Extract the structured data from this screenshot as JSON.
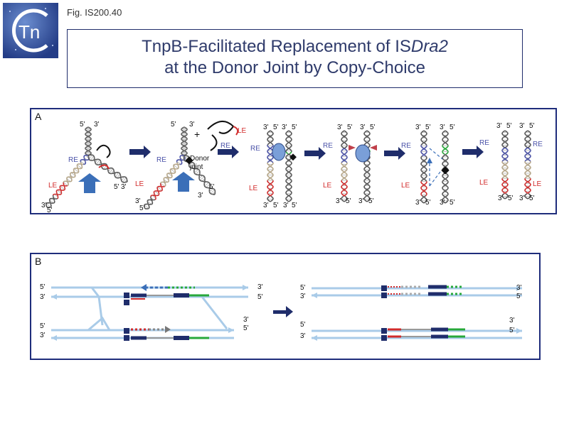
{
  "figure": {
    "label": "Fig. IS200.40"
  },
  "logo": {
    "text": "Tn"
  },
  "title": {
    "line1_prefix": "TnpB-Facilitated Replacement of IS",
    "line1_italic": "Dra2",
    "line2": "at the Donor Joint by Copy-Choice"
  },
  "panel_a": {
    "letter": "A",
    "labels": {
      "re": "RE",
      "le": "LE",
      "plus": "+",
      "donor_joint_1": "Donor",
      "donor_joint_2": "joint"
    },
    "ends": {
      "five": "5'",
      "three": "3'"
    }
  },
  "panel_b": {
    "letter": "B",
    "ends": {
      "five": "5'",
      "three": "3'"
    }
  },
  "colors": {
    "frame": "#1f2d7b",
    "re": "#4a52a8",
    "le": "#d22b2b",
    "green": "#27a83a",
    "pale_strand": "#a9cbe8",
    "arrow": "#3b6fb8"
  }
}
